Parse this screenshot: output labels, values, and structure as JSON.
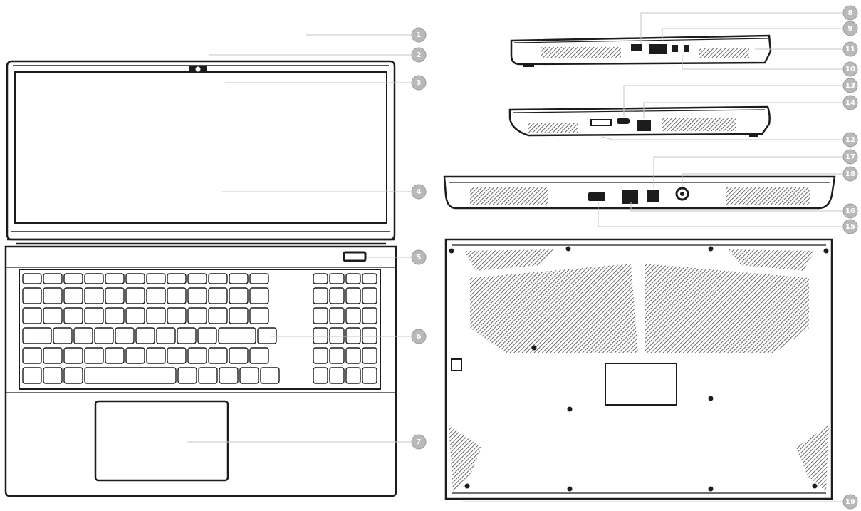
{
  "figure": "laptop-exterior-overview",
  "callouts": [
    {
      "id": "c1",
      "number": "1",
      "target": "top-view"
    },
    {
      "id": "c2",
      "number": "2",
      "target": "top-view"
    },
    {
      "id": "c3",
      "number": "3",
      "target": "top-view"
    },
    {
      "id": "c4",
      "number": "4",
      "target": "top-view"
    },
    {
      "id": "c5",
      "number": "5",
      "target": "top-view"
    },
    {
      "id": "c6",
      "number": "6",
      "target": "top-view"
    },
    {
      "id": "c7",
      "number": "7",
      "target": "top-view"
    },
    {
      "id": "c8",
      "number": "8",
      "target": "left-side-view"
    },
    {
      "id": "c9",
      "number": "9",
      "target": "left-side-view"
    },
    {
      "id": "c11",
      "number": "11",
      "target": "left-side-view"
    },
    {
      "id": "c10",
      "number": "10",
      "target": "left-side-view"
    },
    {
      "id": "c13",
      "number": "13",
      "target": "right-side-view"
    },
    {
      "id": "c14",
      "number": "14",
      "target": "right-side-view"
    },
    {
      "id": "c12",
      "number": "12",
      "target": "right-side-view"
    },
    {
      "id": "c17",
      "number": "17",
      "target": "rear-view"
    },
    {
      "id": "c18",
      "number": "18",
      "target": "rear-view"
    },
    {
      "id": "c16",
      "number": "16",
      "target": "rear-view"
    },
    {
      "id": "c15",
      "number": "15",
      "target": "rear-view"
    },
    {
      "id": "c19",
      "number": "19",
      "target": "bottom-view"
    }
  ],
  "colors": {
    "line": "#1c1c1c",
    "callout": "#b9b9b9",
    "leader": "#c4c4c4"
  }
}
